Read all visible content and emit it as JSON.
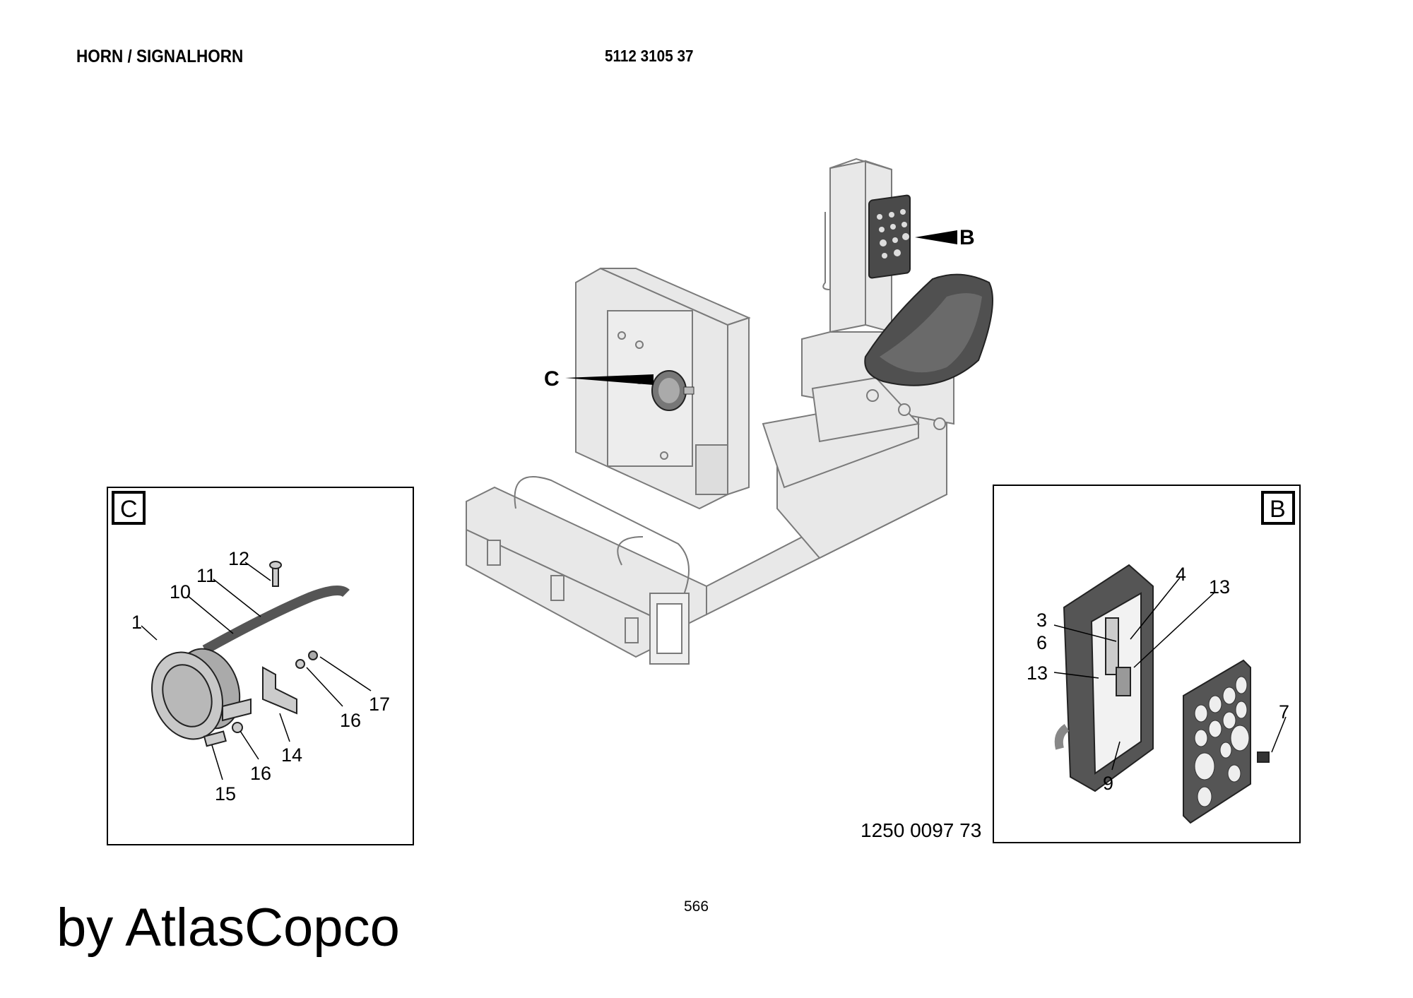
{
  "header": {
    "title": "HORN / SIGNALHORN",
    "part_number": "5112 3105 37"
  },
  "main_view": {
    "callouts": [
      "C",
      "B"
    ]
  },
  "detail_c": {
    "tag": "C",
    "labels": [
      "12",
      "11",
      "10",
      "1",
      "17",
      "16",
      "14",
      "16",
      "15"
    ]
  },
  "detail_b": {
    "tag": "B",
    "labels": [
      "4",
      "13",
      "3",
      "6",
      "13",
      "7",
      "9"
    ]
  },
  "drawing_number": "1250 0097 73",
  "page_number": "566",
  "brand": "by AtlasCopco"
}
